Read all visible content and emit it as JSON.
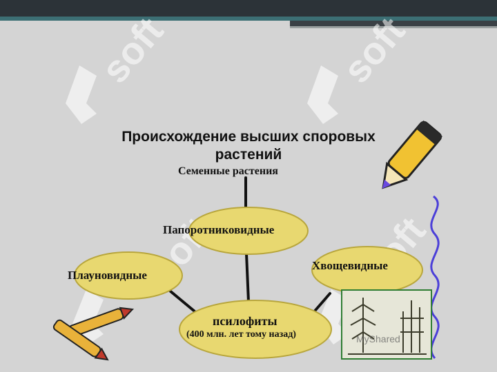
{
  "title_line1": "Происхождение высших споровых",
  "title_line2": "растений",
  "nodes": {
    "seed": "Семенные растения",
    "fern": "Папоротниковидные",
    "lycopsid": "Плауновидные",
    "horsetail": "Хвощевидные",
    "psilophyte": "псилофиты",
    "psilophyte_age": "(400 млн. лет тому назад)"
  },
  "watermark": "soft",
  "brand": "MyShared",
  "colors": {
    "ellipse_fill": "#e8d870",
    "ellipse_stroke": "#b8a63c",
    "line": "#111111",
    "wavy_line": "#4b3fd8"
  }
}
